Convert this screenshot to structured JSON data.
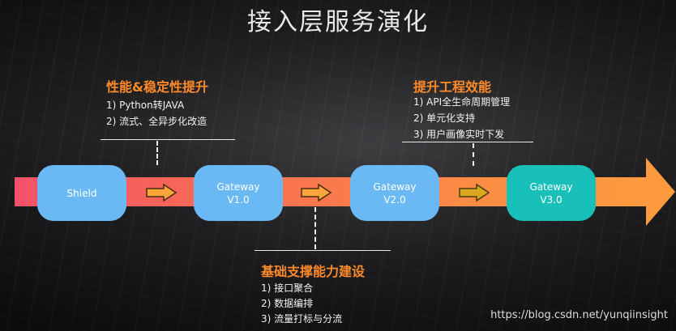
{
  "title": "接入层服务演化",
  "top_left": {
    "heading": "性能&稳定性提升",
    "items": [
      "1) Python转JAVA",
      "2) 流式、全异步化改造"
    ]
  },
  "top_right": {
    "heading": "提升工程效能",
    "items": [
      "1) API全生命周期管理",
      "2) 单元化支持",
      "3) 用户画像实时下发"
    ]
  },
  "bottom": {
    "heading": "基础支撑能力建设",
    "items": [
      "1) 接口聚合",
      "2) 数据编排",
      "3) 流量打标与分流"
    ]
  },
  "nodes": [
    {
      "lines": [
        "Shield"
      ],
      "color": "#6bb9f4"
    },
    {
      "lines": [
        "Gateway",
        "V1.0"
      ],
      "color": "#6bb9f4"
    },
    {
      "lines": [
        "Gateway",
        "V2.0"
      ],
      "color": "#6bb9f4"
    },
    {
      "lines": [
        "Gateway",
        "V3.0"
      ],
      "color": "#19bfb9"
    }
  ],
  "colors": {
    "heading": "#ff8a2a",
    "band_start": "#f4516a",
    "band_end": "#fd9a3e",
    "mini_arrow": "#f8a63a",
    "mini_arrow_gold": "#d9a81e"
  },
  "watermark": "https://blog.csdn.net/yunqiinsight"
}
